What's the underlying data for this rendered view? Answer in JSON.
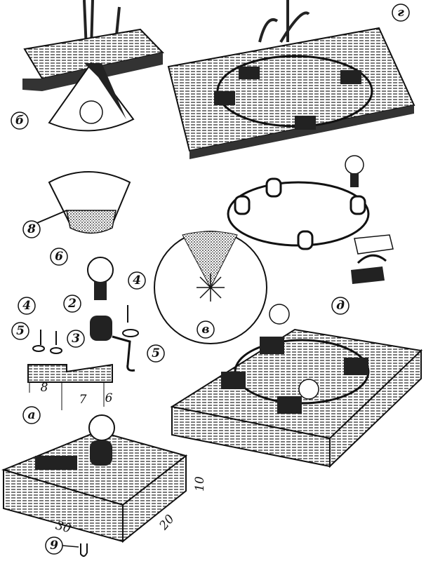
{
  "labels": {
    "view_b": "б",
    "view_g": "г",
    "view_v": "в",
    "view_d": "д",
    "view_a": "а",
    "part_reflector": "8",
    "part_bulb": "6",
    "part_screw_left": "4",
    "part_screw_right": "4",
    "part_spring": "2",
    "part_washer_left": "5",
    "part_washer_right": "5",
    "part_bracket": "3",
    "part_hook": "9"
  },
  "dimensions": {
    "bracket_a": "8",
    "bracket_b": "7",
    "bracket_c": "6",
    "board_height": "10",
    "board_length": "30",
    "board_width": "20"
  }
}
